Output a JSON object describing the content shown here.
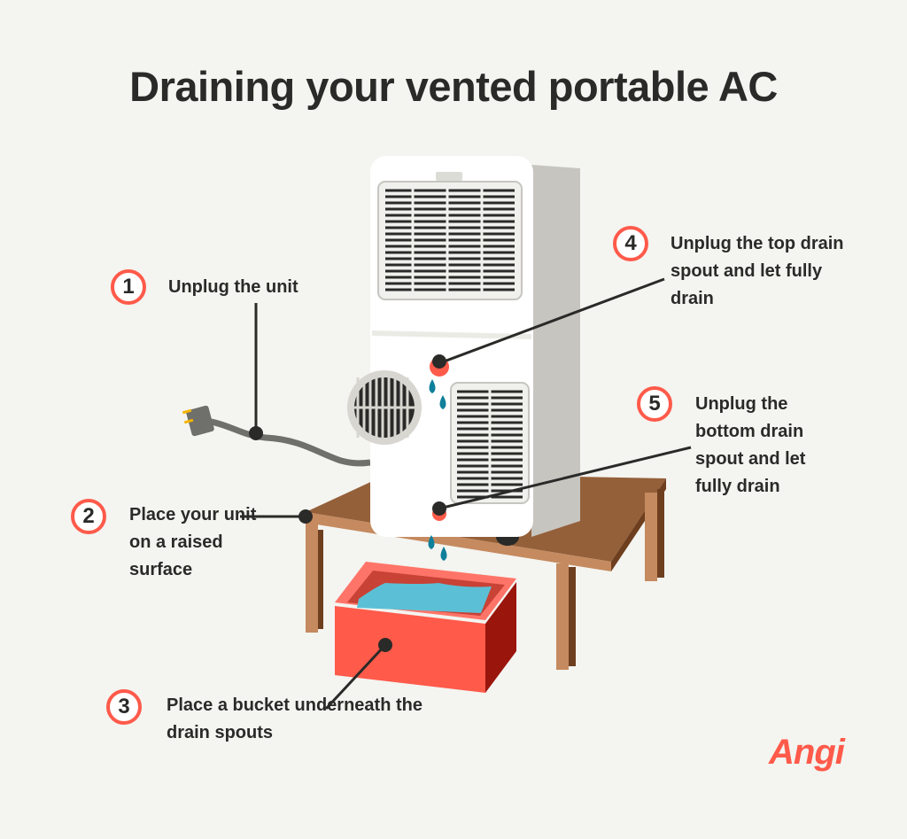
{
  "title": "Draining your vented portable AC",
  "steps": [
    {
      "number": "1",
      "text": "Unplug the unit"
    },
    {
      "number": "2",
      "text": "Place your unit on a raised surface"
    },
    {
      "number": "3",
      "text": "Place a bucket underneath the drain spouts"
    },
    {
      "number": "4",
      "text": "Unplug the top drain spout and let fully drain"
    },
    {
      "number": "5",
      "text": "Unplug the bottom drain spout and let fully drain"
    }
  ],
  "brand": {
    "logo_text": "Angi",
    "color": "#ff5a4a"
  },
  "colors": {
    "background": "#f4f4f0",
    "accent": "#ff5a4a",
    "text": "#2a2a28",
    "water": "#0f7f9a",
    "table": "#94603a"
  }
}
